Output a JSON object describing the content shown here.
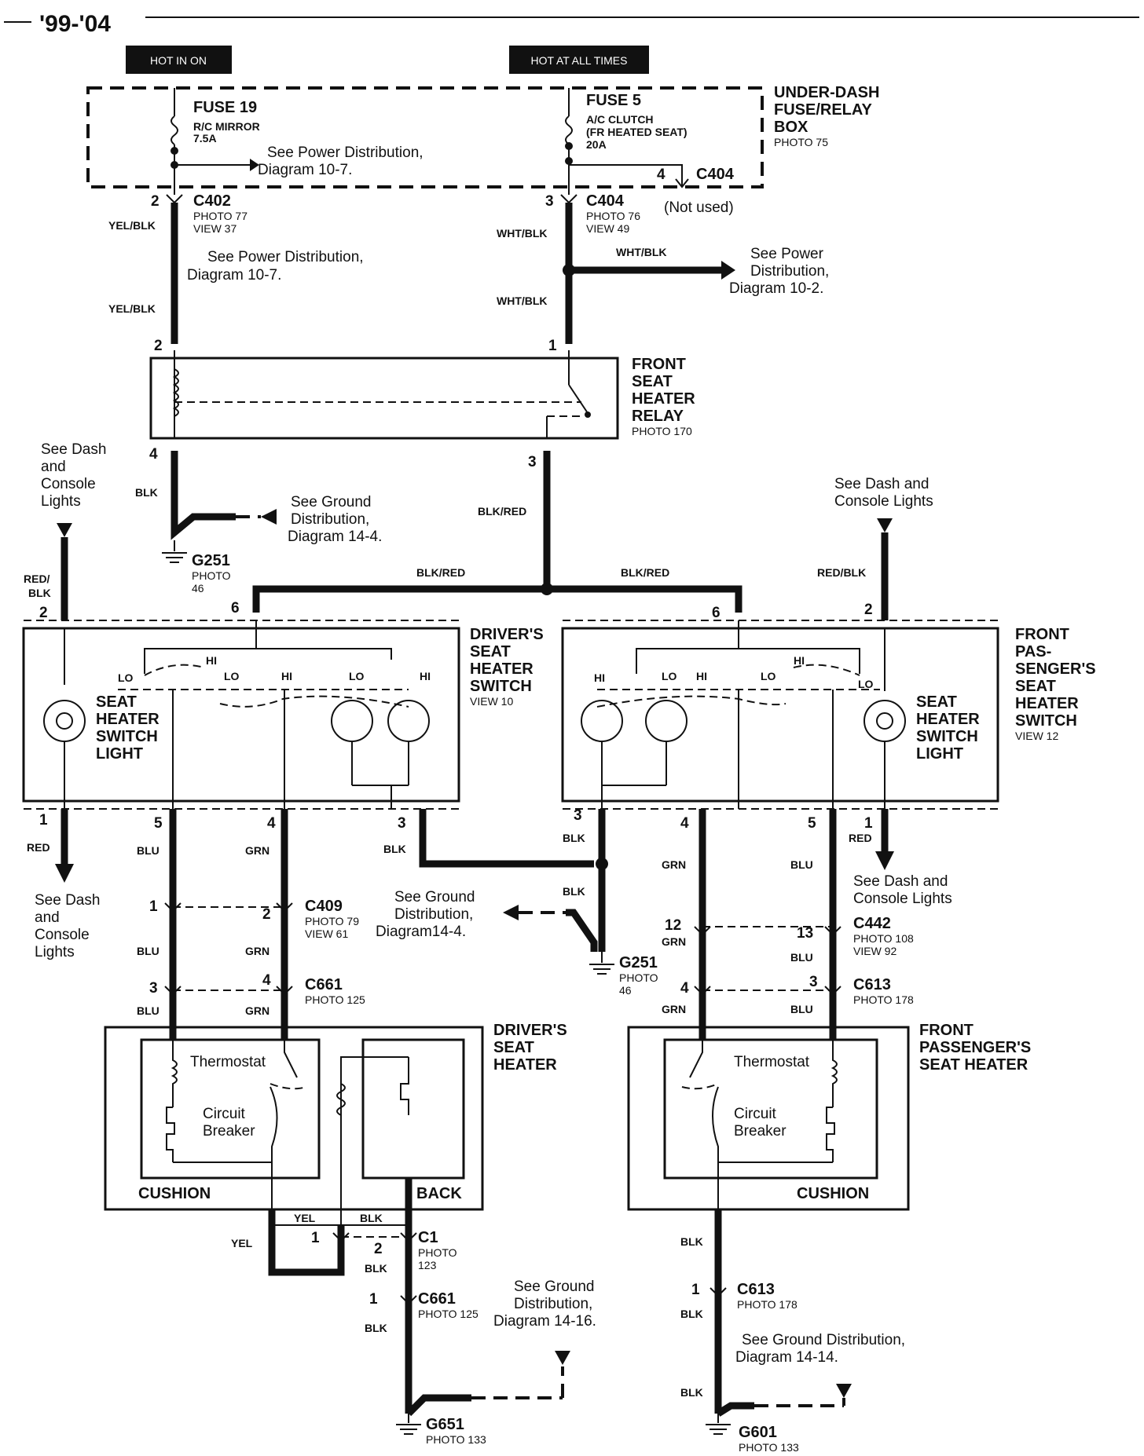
{
  "header": {
    "title": "'99-'04"
  },
  "supply": {
    "hot_in_on": "HOT IN ON",
    "hot_at_all_times": "HOT AT ALL TIMES"
  },
  "fuse_box": {
    "name_1": "UNDER-DASH",
    "name_2": "FUSE/RELAY",
    "name_3": "BOX",
    "photo": "PHOTO 75",
    "fuse19": {
      "name": "FUSE 19",
      "line1": "R/C MIRROR",
      "line2": "7.5A"
    },
    "fuse5": {
      "name": "FUSE 5",
      "line1": "A/C CLUTCH",
      "line2": "(FR HEATED SEAT)",
      "line3": "20A"
    },
    "pd_ref_1": "See Power Distribution,",
    "pd_ref_2": "Diagram 10-7.",
    "c404_pin": "4",
    "c404_label": "C404"
  },
  "connectors": {
    "c402": {
      "pin": "2",
      "name": "C402",
      "photo": "PHOTO 77",
      "view": "VIEW 37"
    },
    "c404": {
      "pin": "3",
      "name": "C404",
      "photo": "PHOTO 76",
      "view": "VIEW 49",
      "note": "(Not used)"
    },
    "c409": {
      "pin_l": "1",
      "pin_r": "2",
      "name": "C409",
      "photo": "PHOTO 79",
      "view": "VIEW 61"
    },
    "c661a": {
      "pin_l": "3",
      "pin_r": "4",
      "name": "C661",
      "photo": "PHOTO 125"
    },
    "c442": {
      "pin_l": "12",
      "pin_r": "13",
      "name": "C442",
      "photo": "PHOTO 108",
      "view": "VIEW 92"
    },
    "c613a": {
      "pin_l": "4",
      "pin_r": "3",
      "name": "C613",
      "photo": "PHOTO 178"
    },
    "c1": {
      "pin_l": "1",
      "pin_r": "2",
      "name": "C1",
      "photo": "PHOTO",
      "photo_num": "123"
    },
    "c661b": {
      "pin": "1",
      "name": "C661",
      "photo": "PHOTO 125"
    },
    "c613b": {
      "pin": "1",
      "name": "C613",
      "photo": "PHOTO 178"
    }
  },
  "wires": {
    "yel_blk": "YEL/BLK",
    "wht_blk": "WHT/BLK",
    "blk": "BLK",
    "blk_red": "BLK/RED",
    "red_blk_l1": "RED/",
    "red_blk_l2": "BLK",
    "red_blk": "RED/BLK",
    "red": "RED",
    "blu": "BLU",
    "grn": "GRN",
    "yel": "YEL"
  },
  "refs": {
    "pd_10_7_a": "See Power Distribution,",
    "pd_10_7_b": "Diagram 10-7.",
    "pd_10_2_a": "See Power",
    "pd_10_2_b": "Distribution,",
    "pd_10_2_c": "Diagram 10-2.",
    "gd_14_4_a": "See Ground",
    "gd_14_4_b": "Distribution,",
    "gd_14_4_c": "Diagram 14-4.",
    "gd_14_4_b2": "Diagram14-4.",
    "dash_l_1": "See Dash",
    "dash_l_2": "and",
    "dash_l_3": "Console",
    "dash_l_4": "Lights",
    "dash_r_1": "See Dash and",
    "dash_r_2": "Console Lights",
    "gd_14_16_a": "See Ground",
    "gd_14_16_b": "Distribution,",
    "gd_14_16_c": "Diagram 14-16.",
    "gd_14_14_a": "See Ground Distribution,",
    "gd_14_14_b": "Diagram 14-14."
  },
  "relay": {
    "name_1": "FRONT",
    "name_2": "SEAT",
    "name_3": "HEATER",
    "name_4": "RELAY",
    "photo": "PHOTO 170",
    "pin_in_l": "2",
    "pin_in_r": "1",
    "pin_out_l": "4",
    "pin_out_r": "3"
  },
  "grounds": {
    "g251": {
      "name": "G251",
      "photo": "PHOTO",
      "photo_num": "46"
    },
    "g251b": {
      "name": "G251",
      "photo": "PHOTO",
      "photo_num": "46"
    },
    "g651": {
      "name": "G651",
      "photo": "PHOTO 133"
    },
    "g601": {
      "name": "G601",
      "photo": "PHOTO 133"
    }
  },
  "driver_switch": {
    "name_1": "DRIVER'S",
    "name_2": "SEAT",
    "name_3": "HEATER",
    "name_4": "SWITCH",
    "view": "VIEW 10",
    "light_1": "SEAT",
    "light_2": "HEATER",
    "light_3": "SWITCH",
    "light_4": "LIGHT",
    "lo": "LO",
    "hi": "HI",
    "pins": {
      "p2": "2",
      "p6": "6",
      "p1": "1",
      "p5": "5",
      "p4": "4",
      "p3": "3"
    }
  },
  "pass_switch": {
    "name_1": "FRONT",
    "name_2": "PAS-",
    "name_3": "SENGER'S",
    "name_4": "SEAT",
    "name_5": "HEATER",
    "name_6": "SWITCH",
    "view": "VIEW 12",
    "light_1": "SEAT",
    "light_2": "HEATER",
    "light_3": "SWITCH",
    "light_4": "LIGHT",
    "lo": "LO",
    "hi": "HI",
    "pins": {
      "p6": "6",
      "p2": "2",
      "p3": "3",
      "p4": "4",
      "p5": "5",
      "p1": "1"
    }
  },
  "driver_heater": {
    "name_1": "DRIVER'S",
    "name_2": "SEAT",
    "name_3": "HEATER",
    "thermostat": "Thermostat",
    "cb_1": "Circuit",
    "cb_2": "Breaker",
    "cushion": "CUSHION",
    "back": "BACK"
  },
  "pass_heater": {
    "name_1": "FRONT",
    "name_2": "PASSENGER'S",
    "name_3": "SEAT HEATER",
    "thermostat": "Thermostat",
    "cb_1": "Circuit",
    "cb_2": "Breaker",
    "cushion": "CUSHION"
  }
}
